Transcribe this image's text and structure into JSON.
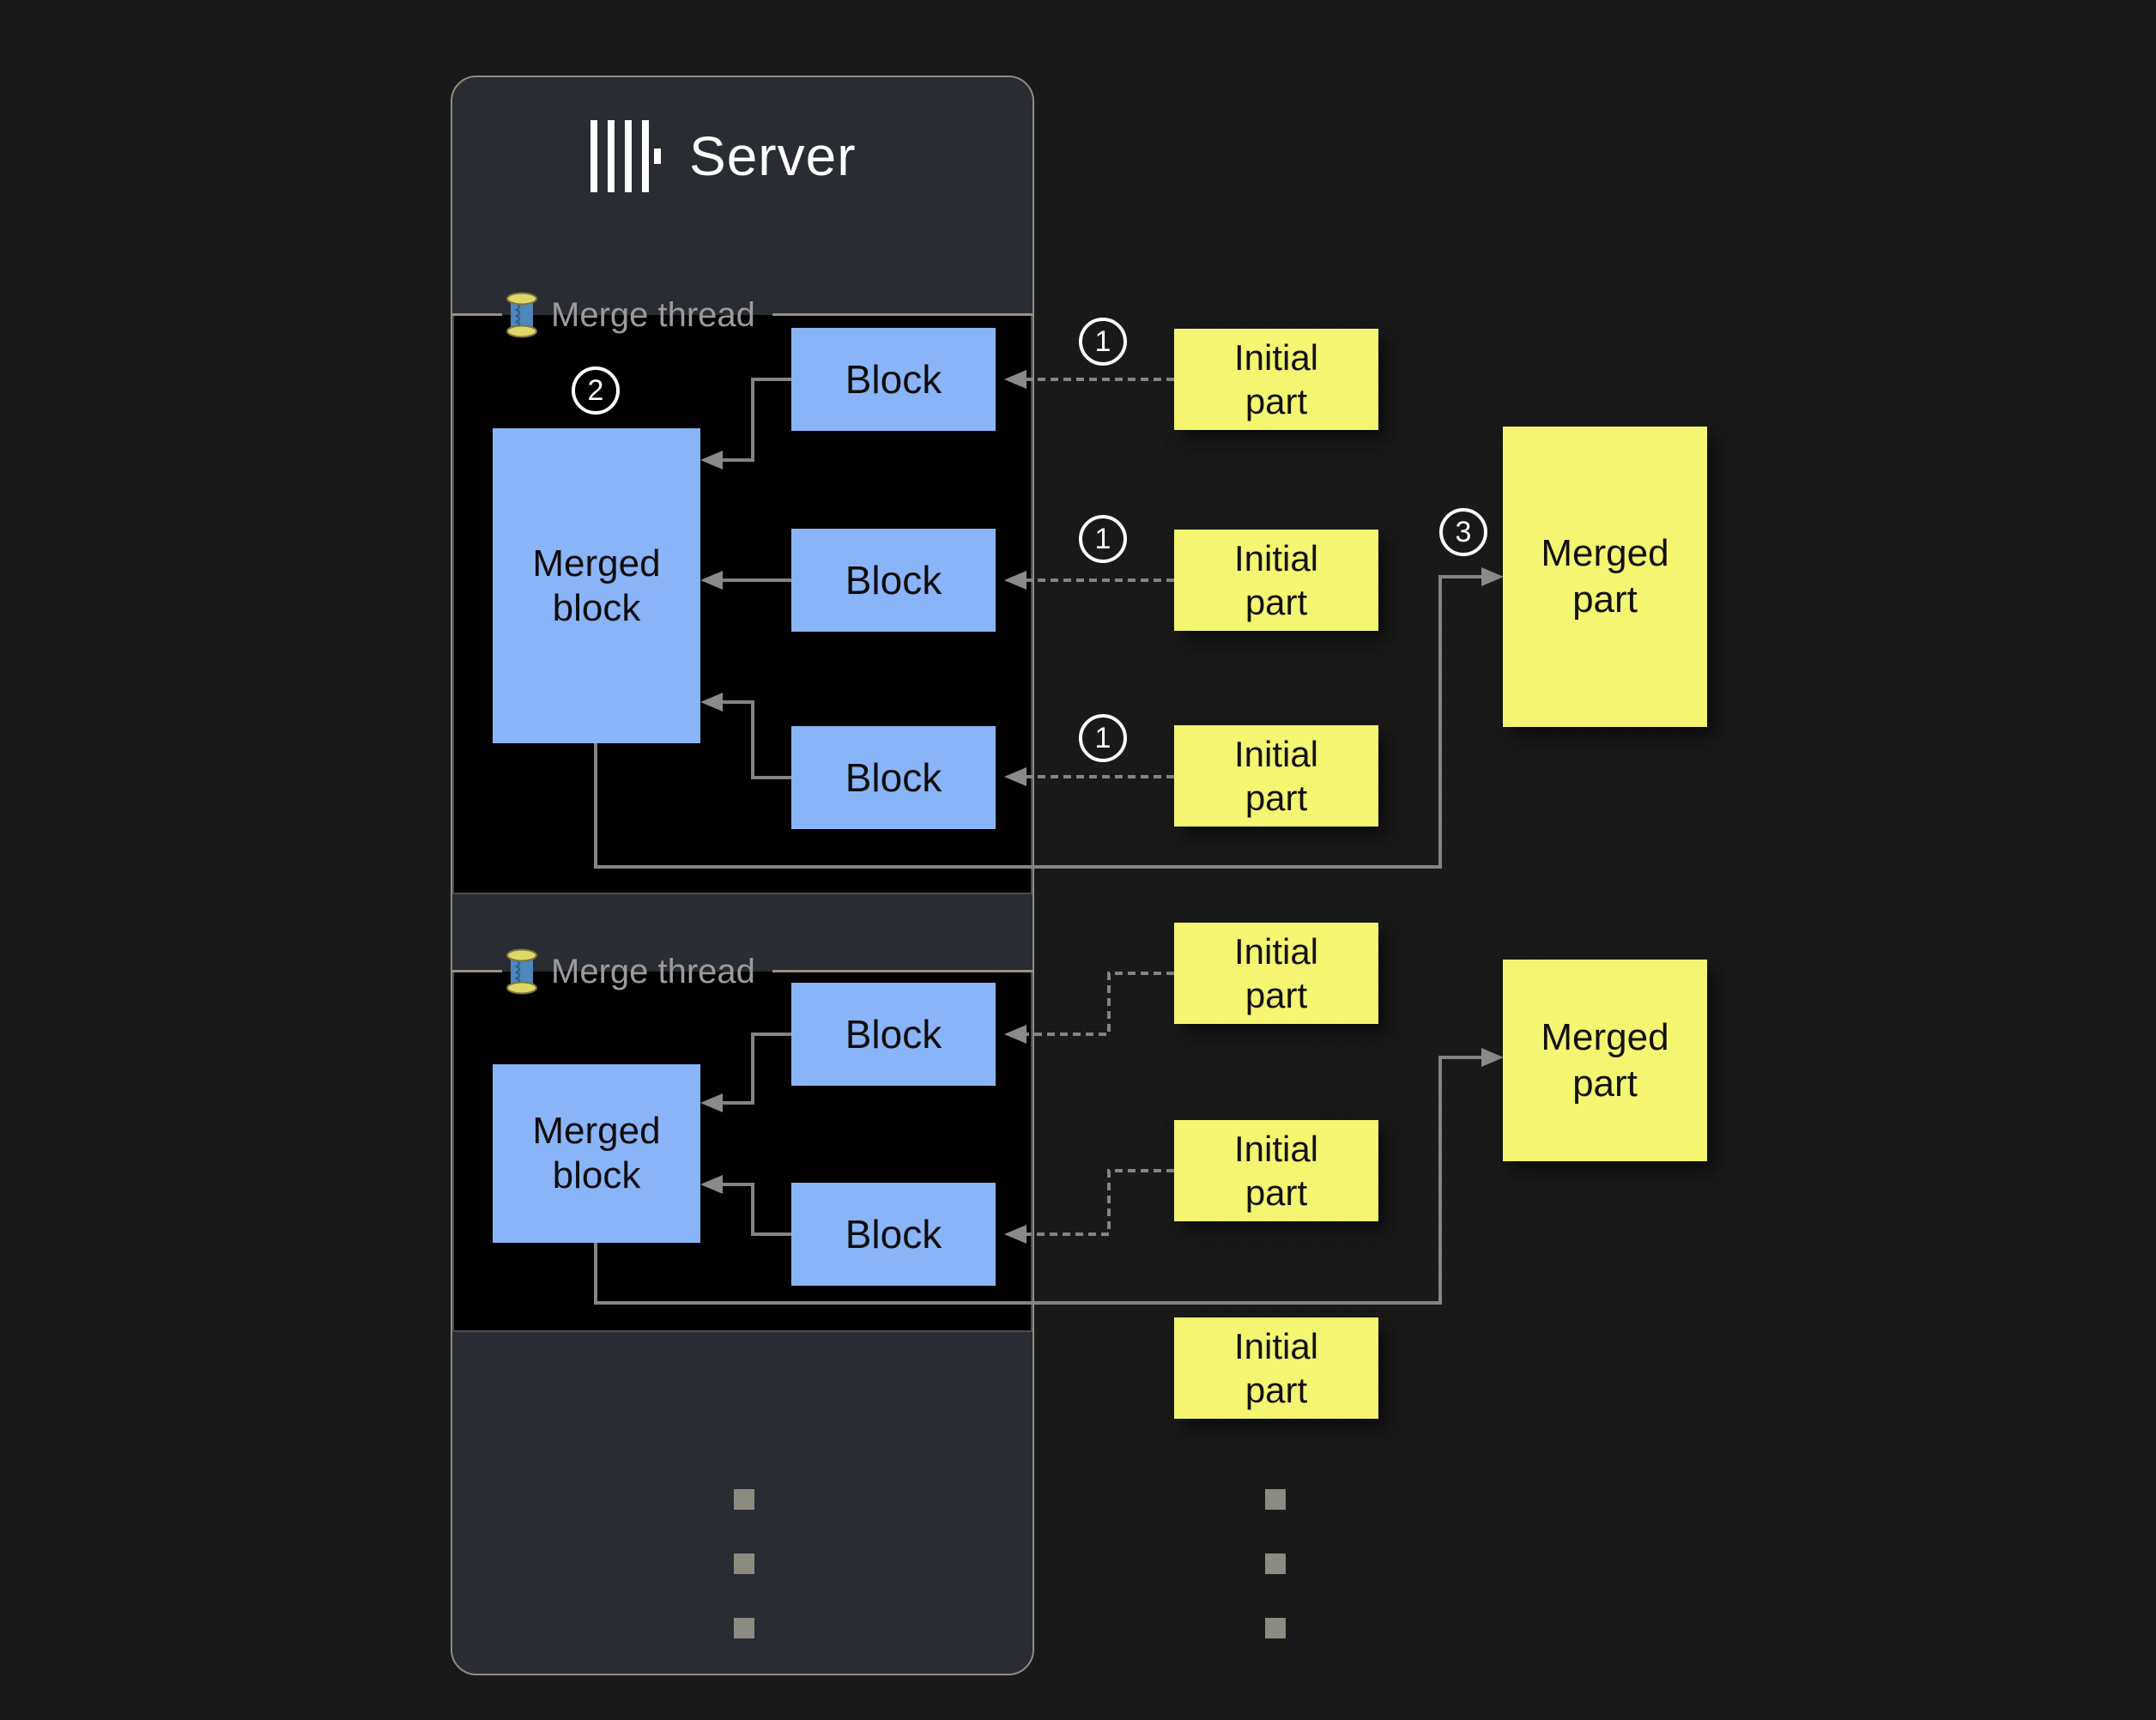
{
  "server": {
    "title": "Server",
    "logo_icon": "clickhouse-bars-logo",
    "ellipsis_icon": "vertical-ellipsis-dots",
    "threads": [
      {
        "label": "Merge thread",
        "icon": "thread-spool-icon",
        "badge": "2",
        "merged_block": "Merged block",
        "blocks": [
          "Block",
          "Block",
          "Block"
        ]
      },
      {
        "label": "Merge thread",
        "icon": "thread-spool-icon",
        "merged_block": "Merged block",
        "blocks": [
          "Block",
          "Block"
        ]
      }
    ]
  },
  "parts": {
    "initial": [
      {
        "label": "Initial part",
        "badge": "1"
      },
      {
        "label": "Initial part",
        "badge": "1"
      },
      {
        "label": "Initial part",
        "badge": "1"
      },
      {
        "label": "Initial part"
      },
      {
        "label": "Initial part"
      },
      {
        "label": "Initial part"
      }
    ],
    "merged": [
      {
        "label": "Merged part",
        "badge": "3"
      },
      {
        "label": "Merged part"
      }
    ],
    "ellipsis_icon": "vertical-ellipsis-dots"
  },
  "colors": {
    "background": "#191919",
    "panel": "#2a2c33",
    "panel_border": "#8e8c7c",
    "section_background": "#000000",
    "section_label": "#9b9b9b",
    "block_blue": "#8ab4f8",
    "part_yellow": "#f4f570",
    "connector_line": "#848484",
    "badge_white": "#ffffff"
  }
}
